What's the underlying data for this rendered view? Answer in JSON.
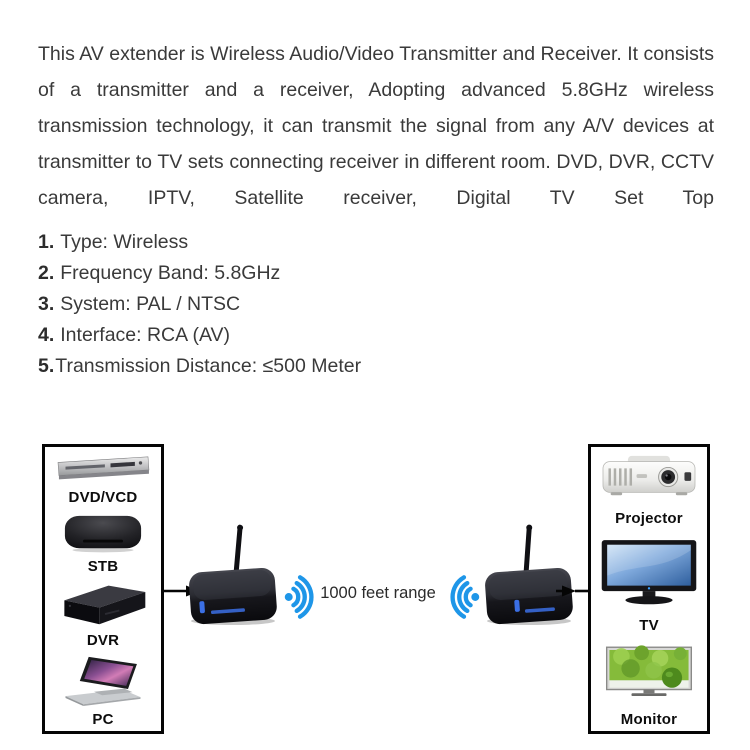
{
  "description": {
    "paragraph": "This AV extender is Wireless Audio/Video Transmitter and Receiver. It consists of a transmitter and a receiver, Adopting advanced 5.8GHz wireless transmission technology, it can transmit the signal from any A/V devices at transmitter to TV sets connecting receiver in different room. DVD, DVR, CCTV camera, IPTV, Satellite receiver, Digital TV Set Top"
  },
  "specs": {
    "items": [
      {
        "num": "1.",
        "text": "Type: Wireless"
      },
      {
        "num": "2.",
        "text": "Frequency Band: 5.8GHz"
      },
      {
        "num": "3.",
        "text": "System: PAL / NTSC"
      },
      {
        "num": "4.",
        "text": "Interface: RCA (AV)"
      },
      {
        "num": "5.",
        "text": "Transmission Distance: ≤500 Meter"
      }
    ]
  },
  "diagram": {
    "range_label": "1000 feet range",
    "source_devices": [
      {
        "label": "DVD/VCD"
      },
      {
        "label": "STB"
      },
      {
        "label": "DVR"
      },
      {
        "label": "PC"
      }
    ],
    "output_devices": [
      {
        "label": "Projector"
      },
      {
        "label": "TV"
      },
      {
        "label": "Monitor"
      }
    ],
    "colors": {
      "wifi_blue": "#1e96e8",
      "led_blue": "#3b6fe4",
      "box_border": "#050505",
      "body_text": "#3a3a3a",
      "label_text": "#0d0d0d"
    }
  }
}
